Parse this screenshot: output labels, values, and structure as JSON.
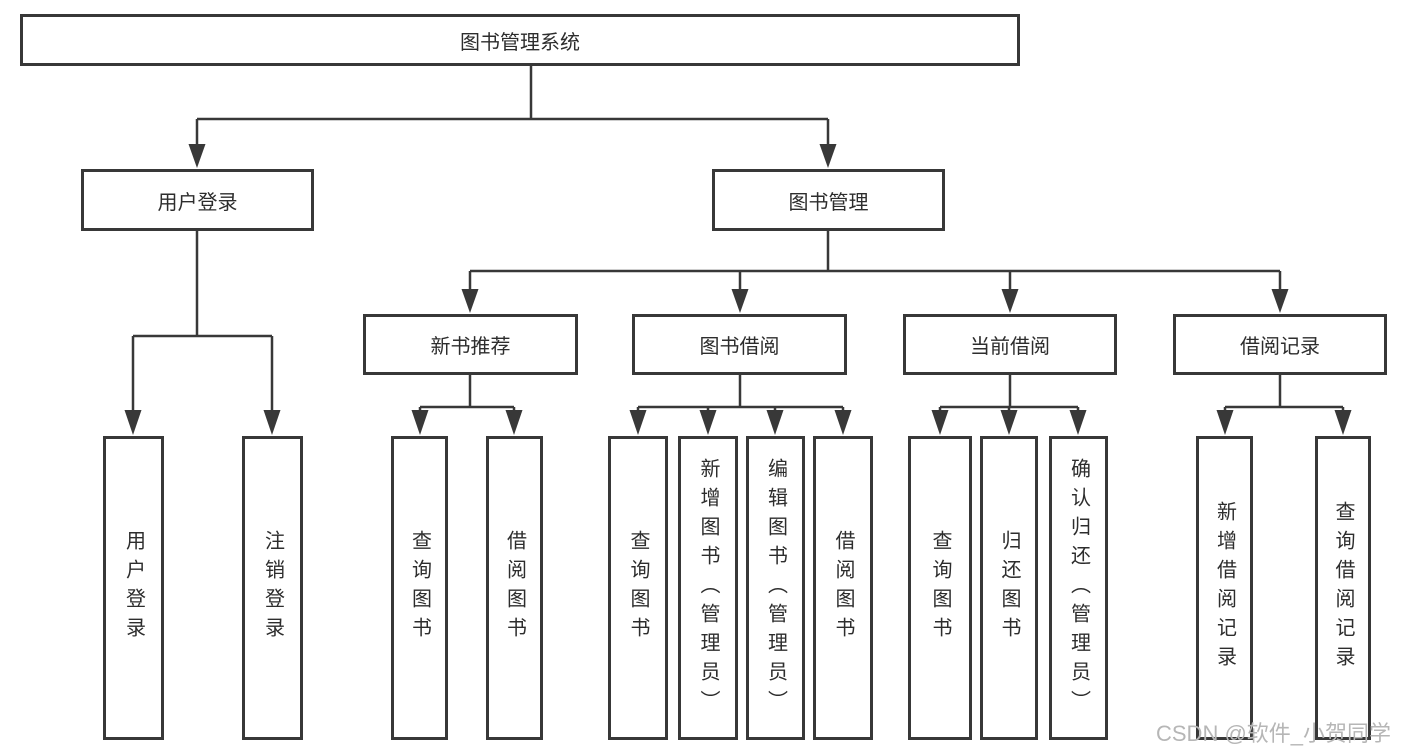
{
  "tree": {
    "label": "图书管理系统",
    "children": [
      {
        "label": "用户登录",
        "children": [
          {
            "label": "用户登录"
          },
          {
            "label": "注销登录"
          }
        ]
      },
      {
        "label": "图书管理",
        "children": [
          {
            "label": "新书推荐",
            "children": [
              {
                "label": "查询图书"
              },
              {
                "label": "借阅图书"
              }
            ]
          },
          {
            "label": "图书借阅",
            "children": [
              {
                "label": "查询图书"
              },
              {
                "label": "新增图书（管理员）"
              },
              {
                "label": "编辑图书（管理员）"
              },
              {
                "label": "借阅图书"
              }
            ]
          },
          {
            "label": "当前借阅",
            "children": [
              {
                "label": "查询图书"
              },
              {
                "label": "归还图书"
              },
              {
                "label": "确认归还（管理员）"
              }
            ]
          },
          {
            "label": "借阅记录",
            "children": [
              {
                "label": "新增借阅记录"
              },
              {
                "label": "查询借阅记录"
              }
            ]
          }
        ]
      }
    ]
  },
  "watermark": "CSDN @软件_小贺同学",
  "colors": {
    "line": "#383838",
    "text": "#2d2d2d",
    "watermark": "#b6b6b6",
    "background": "#ffffff"
  }
}
